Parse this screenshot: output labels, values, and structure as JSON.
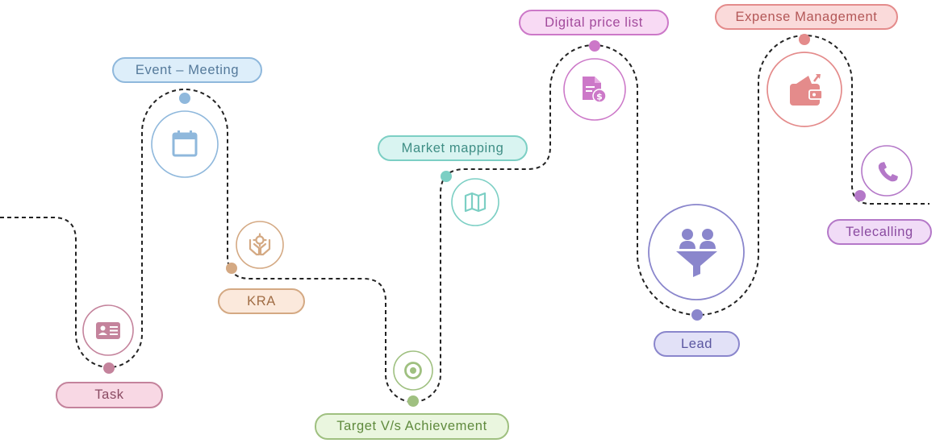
{
  "milestones": [
    {
      "id": "task",
      "label": "Task",
      "icon": "contact-card-icon",
      "color": "#c4839c",
      "fill": "#f8d8e4",
      "text": "#8a4a62"
    },
    {
      "id": "event",
      "label": "Event – Meeting",
      "icon": "calendar-icon",
      "color": "#8fb8dc",
      "fill": "#ddeefa",
      "text": "#54799a"
    },
    {
      "id": "kra",
      "label": "KRA",
      "icon": "hands-gear-icon",
      "color": "#d4a983",
      "fill": "#fbe9dc",
      "text": "#a06d45"
    },
    {
      "id": "target",
      "label": "Target V/s Achievement",
      "icon": "target-icon",
      "color": "#9fc080",
      "fill": "#eaf6df",
      "text": "#5f8a3d"
    },
    {
      "id": "market",
      "label": "Market mapping",
      "icon": "map-icon",
      "color": "#7ccfc4",
      "fill": "#d9f4f1",
      "text": "#3f8e85"
    },
    {
      "id": "price",
      "label": "Digital price list",
      "icon": "price-document-icon",
      "color": "#cc78c8",
      "fill": "#f8daf4",
      "text": "#a24a9c"
    },
    {
      "id": "lead",
      "label": "Lead",
      "icon": "lead-funnel-icon",
      "color": "#8a86cc",
      "fill": "#e2e1f7",
      "text": "#5a56a0"
    },
    {
      "id": "expense",
      "label": "Expense Management",
      "icon": "wallet-icon",
      "color": "#e48b8b",
      "fill": "#fadada",
      "text": "#b35757"
    },
    {
      "id": "telecalling",
      "label": "Telecalling",
      "icon": "phone-icon",
      "color": "#b478c8",
      "fill": "#f1dcf7",
      "text": "#8a4aa0"
    }
  ]
}
